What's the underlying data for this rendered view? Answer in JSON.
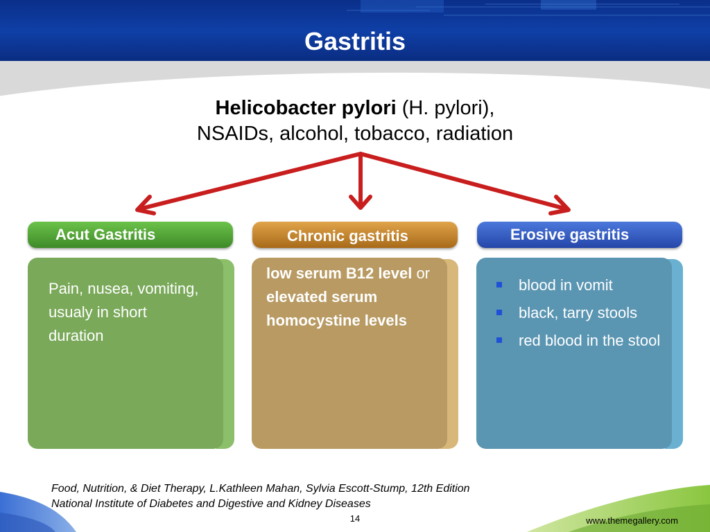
{
  "slide": {
    "title": "Gastritis",
    "causes": {
      "line1_bold": "Helicobacter pylori",
      "line1_rest": " (H. pylori),",
      "line2": "NSAIDs, alcohol, tobacco, radiation"
    },
    "boxes": [
      {
        "label": "Acut Gastritis",
        "text": "Pain, nusea, vomiting, usualy in short duration",
        "color": "#7aa95a"
      },
      {
        "label": "Chronic gastritis",
        "text_bold_1": "low serum B12 level",
        "text_plain": " or ",
        "text_bold_2": "elevated serum homocystine levels",
        "color": "#b89a62"
      },
      {
        "label": "Erosive gastritis",
        "bullets": [
          "blood in vomit",
          "black, tarry stools",
          "red blood in the stool"
        ],
        "color": "#5a95b2"
      }
    ],
    "references": [
      "Food, Nutrition, & Diet Therapy, L.Kathleen Mahan, Sylvia Escott-Stump, 12th Edition",
      "National Institute of Diabetes and Digestive and Kidney Diseases"
    ],
    "page_number": "14",
    "website": "www.themegallery.com",
    "colors": {
      "header": "#0f3fa6",
      "arrow": "#c81e1e",
      "acute_label": "#4aa23a",
      "chronic_label": "#c98a2a",
      "erosive_label": "#3a62c8"
    }
  }
}
